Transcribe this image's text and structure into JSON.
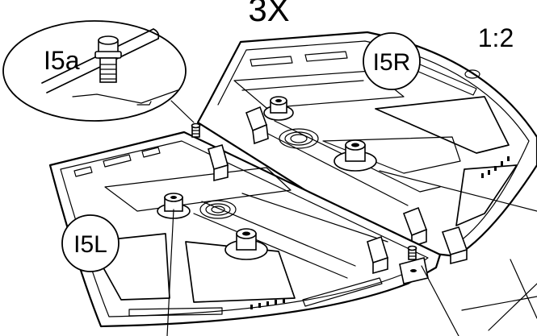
{
  "labels": {
    "quantity": "3X",
    "scale": "1:2",
    "detail_part": "I5a",
    "right_part": "I5R",
    "left_part": "I5L"
  },
  "colors": {
    "ink": "#000000",
    "paper": "#ffffff"
  }
}
